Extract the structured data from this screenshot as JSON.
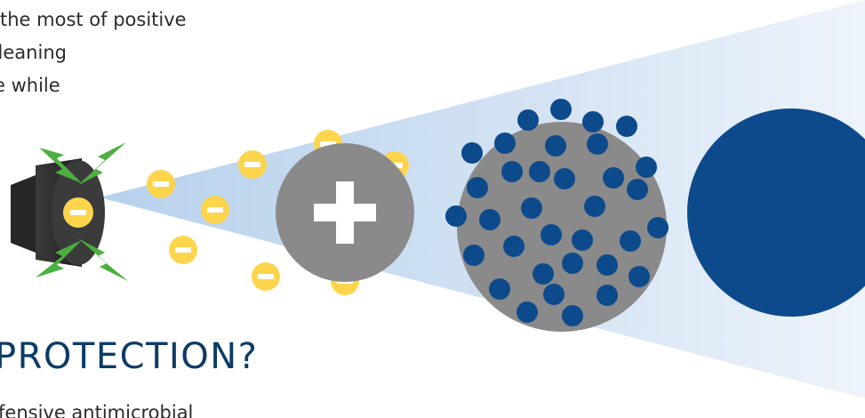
{
  "intro": {
    "line1": "the most of positive",
    "line2": "cleaning",
    "line3": "e while"
  },
  "heading": "PROTECTION?",
  "subtext": "fensive antimicrobial",
  "icons": {
    "sprayer": "electrostatic-sprayer-icon",
    "spark": "green-lightning-spark-icon",
    "negative_charge": "negative-charge-icon",
    "positive_charge": "positive-charge-icon",
    "coated_surface": "droplet-coated-surface-icon",
    "covered_surface": "fully-covered-surface-icon"
  },
  "colors": {
    "charge_yellow": "#fdd54d",
    "surface_gray": "#8a8a8a",
    "droplet_blue": "#0d4a8c",
    "spray_light_blue": "#bcd5ee",
    "spark_green": "#4caf3f",
    "sprayer_dark": "#2e2e2e"
  }
}
